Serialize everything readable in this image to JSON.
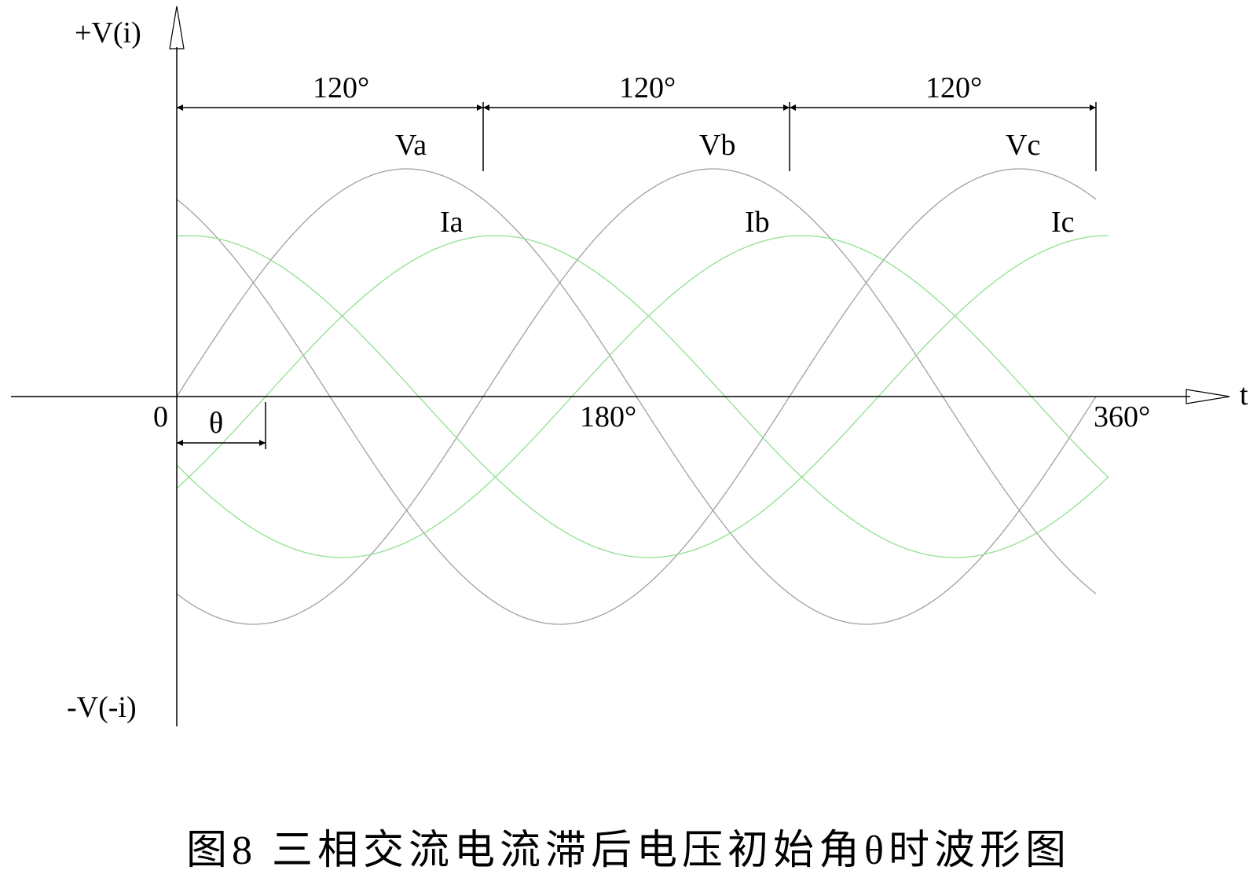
{
  "diagram": {
    "y_axis_positive_label": "+V(i)",
    "y_axis_negative_label": "-V(-i)",
    "x_axis_label": "t",
    "origin_label": "0",
    "tick_180_label": "180°",
    "tick_360_label": "360°",
    "theta_label": "θ",
    "phase_spacings": [
      "120°",
      "120°",
      "120°"
    ],
    "curve_labels": {
      "voltage": [
        "Va",
        "Vb",
        "Vc"
      ],
      "current": [
        "Ia",
        "Ib",
        "Ic"
      ]
    },
    "colors": {
      "voltage": "#a0a0a0",
      "current": "#8fe08f",
      "axis": "#000000"
    },
    "caption": "图8 三相交流电流滞后电压初始角θ时波形图"
  }
}
